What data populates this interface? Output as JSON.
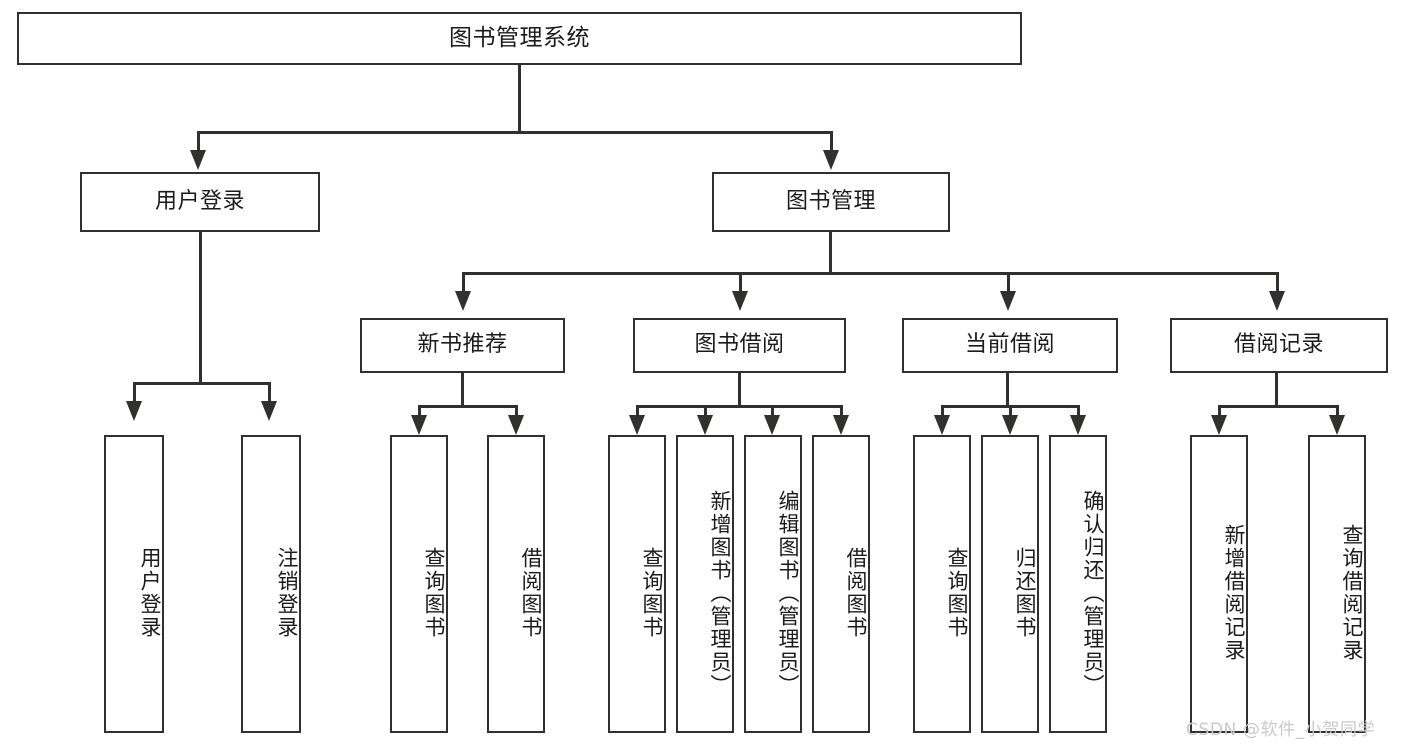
{
  "diagram": {
    "title": "图书管理系统",
    "type": "hierarchy-tree",
    "root": {
      "label": "图书管理系统"
    },
    "level1": [
      {
        "label": "用户登录"
      },
      {
        "label": "图书管理"
      }
    ],
    "level2": [
      {
        "label": "新书推荐",
        "parent": "图书管理"
      },
      {
        "label": "图书借阅",
        "parent": "图书管理"
      },
      {
        "label": "当前借阅",
        "parent": "图书管理"
      },
      {
        "label": "借阅记录",
        "parent": "图书管理"
      }
    ],
    "leaves": {
      "user_login": [
        {
          "label": "用户登录"
        },
        {
          "label": "注销登录"
        }
      ],
      "new_book_recommend": [
        {
          "label": "查询图书"
        },
        {
          "label": "借阅图书"
        }
      ],
      "book_borrow": [
        {
          "label": "查询图书"
        },
        {
          "label": "新增图书（管理员）"
        },
        {
          "label": "编辑图书（管理员）"
        },
        {
          "label": "借阅图书"
        }
      ],
      "current_borrow": [
        {
          "label": "查询图书"
        },
        {
          "label": "归还图书"
        },
        {
          "label": "确认归还（管理员）"
        }
      ],
      "borrow_record": [
        {
          "label": "新增借阅记录"
        },
        {
          "label": "查询借阅记录"
        }
      ]
    }
  },
  "watermark": {
    "text": "CSDN @软件_小贺同学"
  },
  "colors": {
    "stroke": "#30302f",
    "text": "#1b1b1b",
    "background": "#ffffff",
    "watermark": "#c9c9c9"
  }
}
